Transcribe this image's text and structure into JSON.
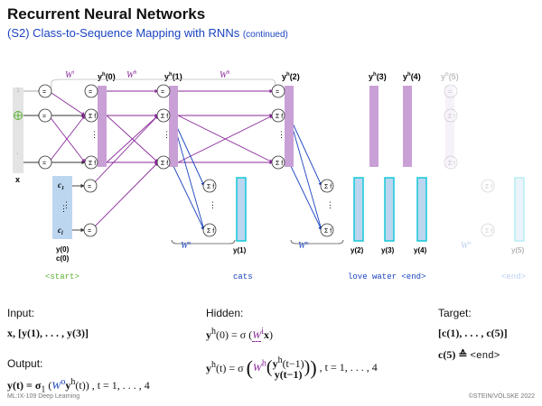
{
  "title": "Recurrent Neural Networks",
  "subtitle": "(S2) Class-to-Sequence Mapping with RNNs",
  "subtitle_note": "(continued)",
  "weights": {
    "wi": "W",
    "wi_sup": "i",
    "wh": "W",
    "wh_sup": "h",
    "wo": "W",
    "wo_sup": "o"
  },
  "state_labels": [
    {
      "base": "y",
      "sup": "h",
      "idx": "(0)"
    },
    {
      "base": "y",
      "sup": "h",
      "idx": "(1)"
    },
    {
      "base": "y",
      "sup": "h",
      "idx": "(2)"
    },
    {
      "base": "y",
      "sup": "h",
      "idx": "(3)"
    },
    {
      "base": "y",
      "sup": "h",
      "idx": "(4)"
    },
    {
      "base": "y",
      "sup": "h",
      "idx": "(5)"
    }
  ],
  "input": {
    "x": "x",
    "c1": "c",
    "c1_sub": "1",
    "cl": "c",
    "cl_sub": "l",
    "one": "1",
    "y0": "y(0)",
    "c0": "c(0)"
  },
  "outputs": [
    "y(1)",
    "y(2)",
    "y(3)",
    "y(4)",
    "y(5)"
  ],
  "tokens": {
    "start": "<start>",
    "cats": "cats",
    "seq": "love water <end>",
    "end": "<end>"
  },
  "node_labels": {
    "eq": "=",
    "sigma": "Σ",
    "f": "f",
    "dots": "⋮",
    "one": "1"
  },
  "bottom": {
    "input_heading": "Input:",
    "input_eq": "x, [y(1), . . . , y(3)]",
    "hidden_heading": "Hidden:",
    "hidden_eq0_lhs": "y",
    "hidden_eq0": "(0) = σ",
    "hidden_eq0_w": "W",
    "hidden_eq0_x": "x",
    "hidden_eq_t": "(t) = σ",
    "hidden_eq_top": "y",
    "hidden_eq_top_idx": "(t−1)",
    "hidden_eq_bot": "y(t−1)",
    "hidden_eq_range": ", t = 1, . . . , 4",
    "target_heading": "Target:",
    "target_eq1": "[c(1), . . . , c(5)]",
    "target_eq2_lhs": "c(5) ≙",
    "target_eq2_tok": "<end>",
    "output_heading": "Output:",
    "output_eq_lhs": "y(t) = σ",
    "output_eq_sub": "1",
    "output_eq_w": "W",
    "output_eq_y": "y",
    "output_eq_rest": "(t)",
    "output_eq_range": ", t = 1, . . . , 4"
  },
  "footer": {
    "left": "ML:IX-109   Deep Learning",
    "right": "©STEIN/VÖLSKE 2022"
  },
  "colors": {
    "blue": "#1a44c0",
    "purple": "#8a2a9a",
    "bar": "#c9a0d6",
    "cyan": "#14c8d8",
    "lightblue": "#bcd6f0",
    "green": "#5bb030",
    "gray": "#999999"
  }
}
